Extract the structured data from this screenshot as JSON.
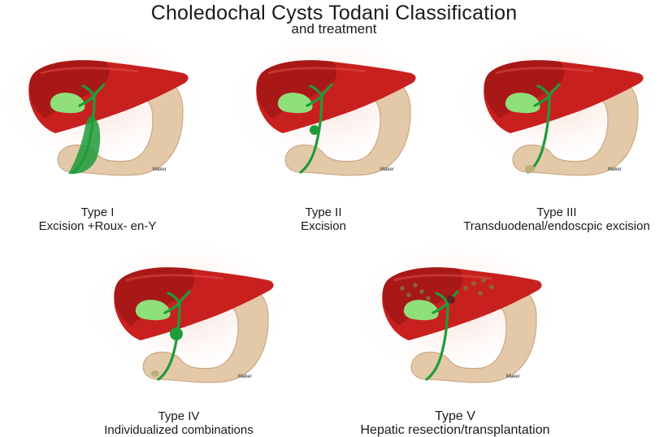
{
  "header": {
    "title": "Choledochal Cysts  Todani Classification",
    "subtitle": "and treatment"
  },
  "panels": [
    {
      "type": "Type I",
      "treatment": "Excision +Roux- en-Y",
      "watermark": "Maker",
      "variant": "diffuse-cyst"
    },
    {
      "type": "Type II",
      "treatment": "Excision",
      "watermark": "Maker",
      "variant": "diverticulum"
    },
    {
      "type": "Type III",
      "treatment": "Transduodenal/endoscpic excision",
      "watermark": "Maker",
      "variant": "choledochocele"
    },
    {
      "type": "Type IV",
      "treatment": "Individualized combinations",
      "watermark": "Maker",
      "variant": "combined"
    },
    {
      "type": "Type V",
      "treatment": "Hepatic resection/transplantation",
      "watermark": "Maker",
      "variant": "intrahepatic"
    }
  ],
  "colors": {
    "liver": "#c8201e",
    "liver_shadow": "#8e1212",
    "gallbladder": "#8fe07a",
    "duct": "#1e9b3a",
    "duodenum": "#e4c9a8",
    "duodenum_outline": "#c9a985"
  }
}
